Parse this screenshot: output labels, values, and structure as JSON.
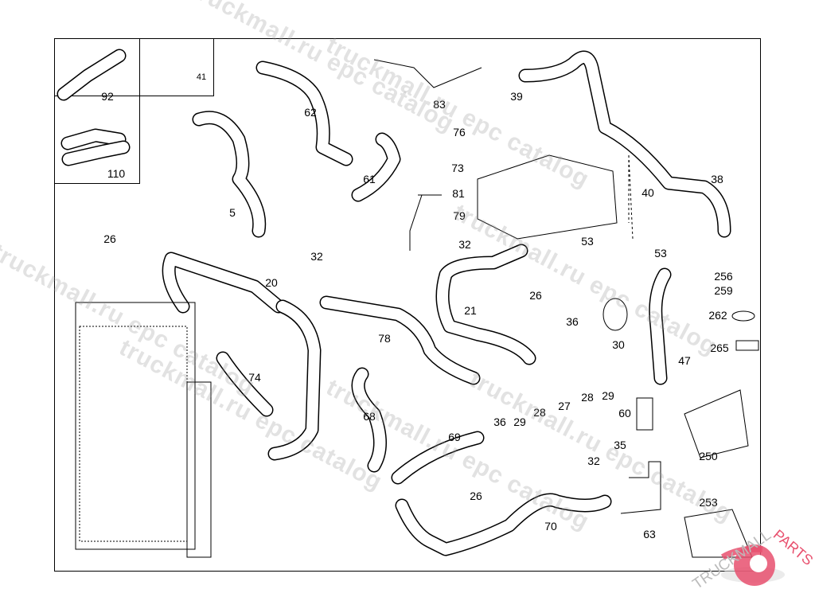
{
  "watermark": "truckmall.ru epc catalog",
  "logo": {
    "text": "TRUCKMALLPARTS",
    "color": "#e8506e"
  },
  "labels": [
    "92",
    "41",
    "110",
    "62",
    "83",
    "39",
    "76",
    "73",
    "81",
    "79",
    "61",
    "5",
    "40",
    "38",
    "53",
    "53",
    "32",
    "32",
    "26",
    "20",
    "21",
    "26",
    "36",
    "30",
    "256",
    "259",
    "262",
    "265",
    "47",
    "78",
    "74",
    "68",
    "36",
    "29",
    "28",
    "27",
    "28",
    "29",
    "60",
    "35",
    "250",
    "69",
    "32",
    "26",
    "253",
    "70",
    "63"
  ]
}
